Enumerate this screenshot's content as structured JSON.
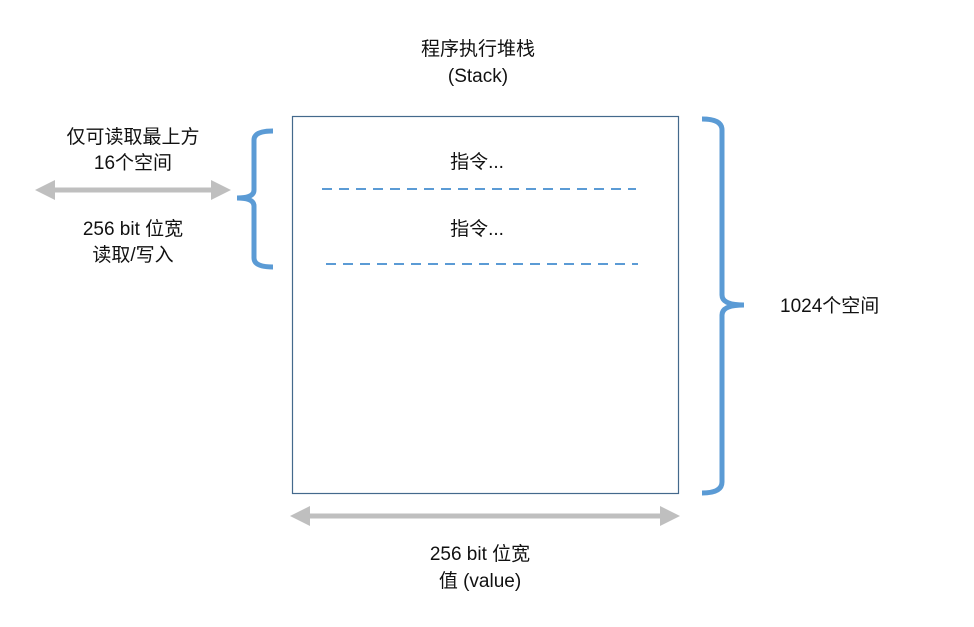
{
  "title": {
    "line1": "程序执行堆栈",
    "line2": "(Stack)"
  },
  "left_label": {
    "top_line1": "仅可读取最上方",
    "top_line2": "16个空间",
    "bottom_line1": "256 bit 位宽",
    "bottom_line2": "读取/写入"
  },
  "stack_items": [
    "指令...",
    "指令..."
  ],
  "right_label": "1024个空间",
  "bottom_label": {
    "line1": "256 bit 位宽",
    "line2": "值 (value)"
  },
  "colors": {
    "brace": "#5b9bd5",
    "arrow": "#bfbfbf",
    "box": "#44698c",
    "dash": "#5b9bd5"
  }
}
